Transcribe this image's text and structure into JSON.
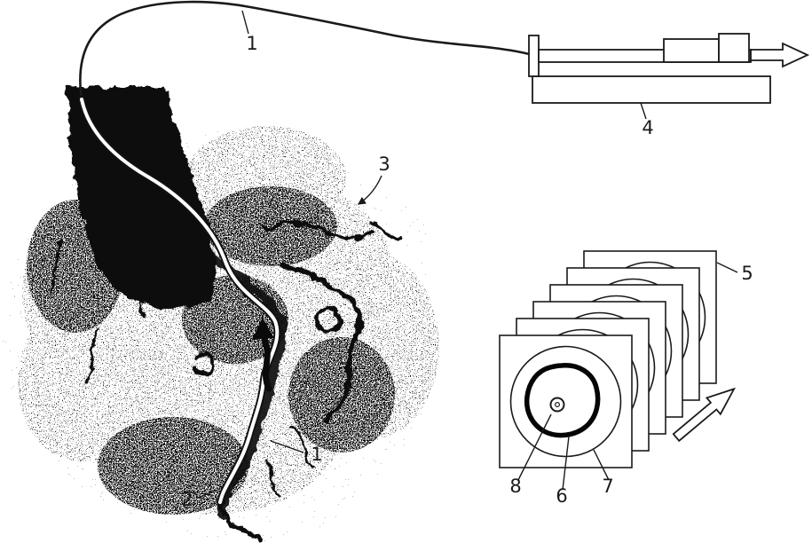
{
  "figure": {
    "background_color": "#ffffff",
    "ink_color": "#1a1a1a",
    "labels": {
      "guidewire_top": "1",
      "guidewire_distal": "1",
      "catheter_tip": "2",
      "coronary_tree": "3",
      "pullback_device": "4",
      "image_stack": "5",
      "lumen_contour": "6",
      "vessel_cross_section": "7",
      "imaging_core": "8"
    },
    "icons": {
      "pullback_direction": "right-arrow",
      "stack_direction": "up-right-arrow"
    }
  }
}
